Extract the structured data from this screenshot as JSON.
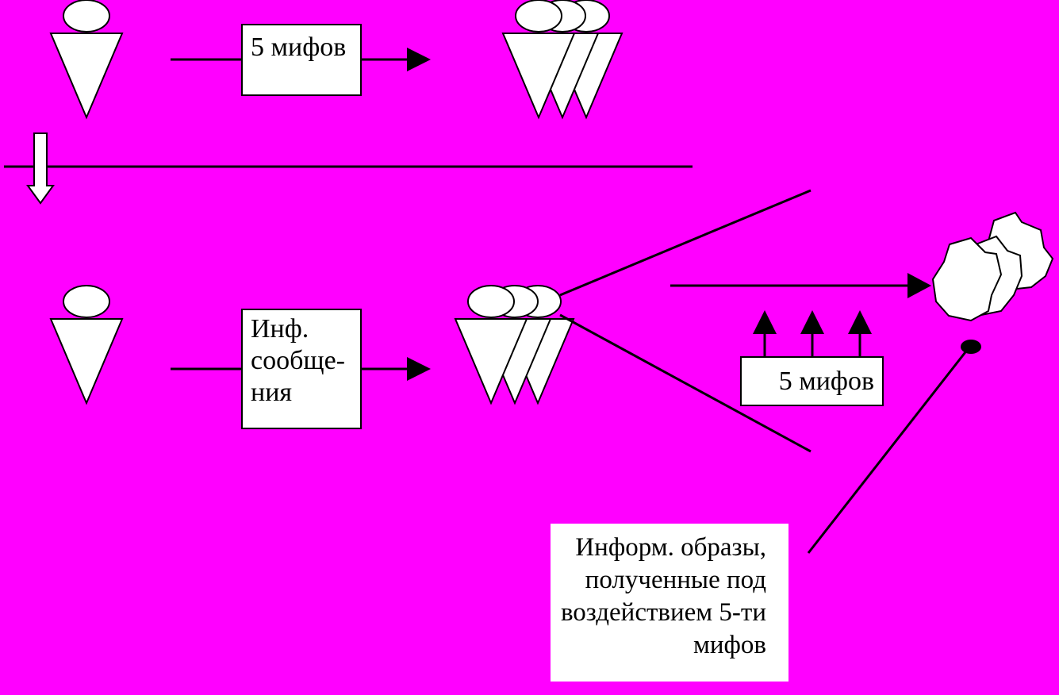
{
  "diagram": {
    "background_color": "#ff00ff",
    "top_flow": {
      "box_label": "5 мифов"
    },
    "bottom_flow": {
      "box_lines": [
        "Инф.",
        "сообще-",
        "ния"
      ]
    },
    "myths_box": {
      "label": "5 мифов"
    },
    "caption": {
      "lines": [
        "Информ. образы,",
        "полученные под",
        "воздействием 5-ти",
        "мифов"
      ]
    },
    "icons": {
      "person": "person-icon",
      "group": "group-icon",
      "cloud": "cloud-icon",
      "down_arrow": "down-arrow-icon"
    }
  }
}
